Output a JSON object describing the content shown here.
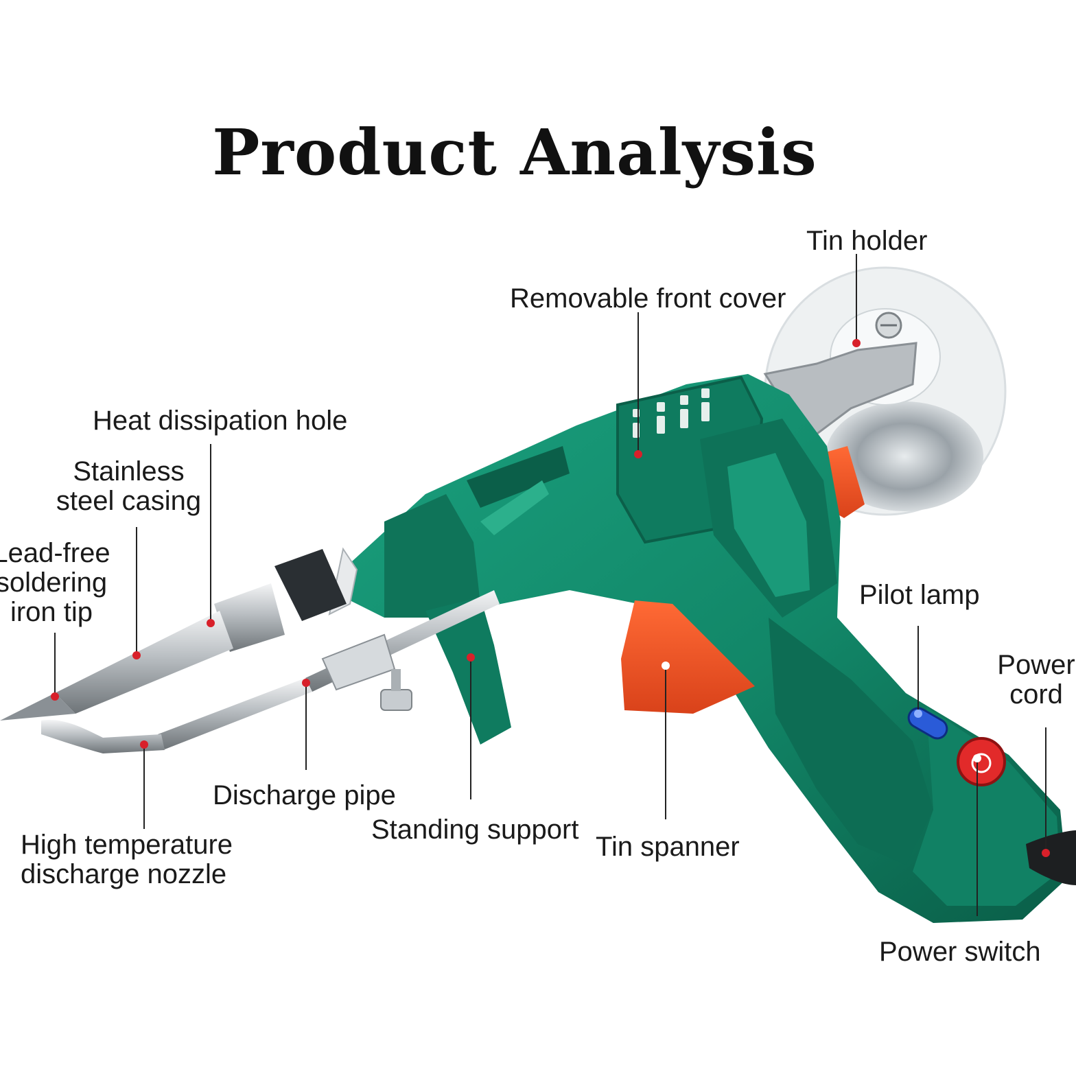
{
  "title": "Product Analysis",
  "colors": {
    "body_green": "#138a6c",
    "dark_green": "#0c6b53",
    "trigger_orange": "#f05a2a",
    "marker_red": "#d8202a",
    "metal": "#c9cdd1",
    "spool": "#eef1f2"
  },
  "labels": {
    "tin_holder": "Tin holder",
    "removable_front_cover": "Removable front cover",
    "heat_dissipation_hole": "Heat dissipation hole",
    "stainless_steel_casing": "Stainless\nsteel casing",
    "lead_free_tip": "Lead-free\nsoldering\niron tip",
    "pilot_lamp": "Pilot lamp",
    "power_cord": "Power\ncord",
    "discharge_pipe": "Discharge pipe",
    "standing_support": "Standing support",
    "tin_spanner": "Tin spanner",
    "high_temp_nozzle": "High temperature\ndischarge nozzle",
    "power_switch": "Power switch"
  }
}
